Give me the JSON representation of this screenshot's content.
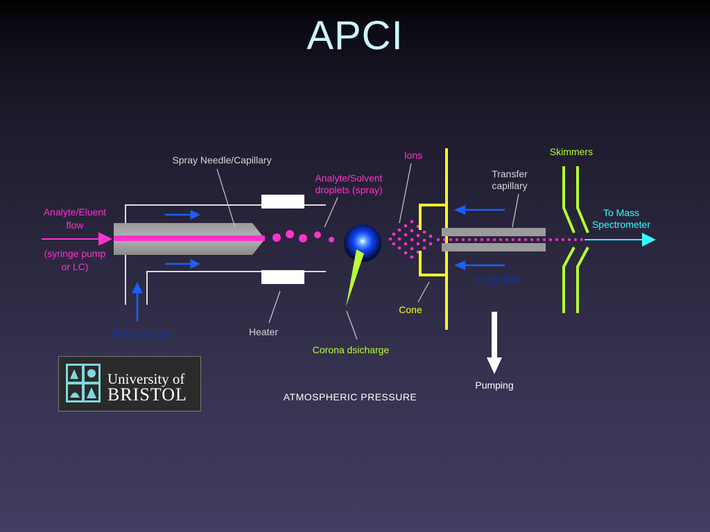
{
  "title": "APCI",
  "labels": {
    "spray_needle": "Spray Needle/Capillary",
    "analyte_flow_1": "Analyte/Eluent",
    "analyte_flow_2": "flow",
    "syringe_1": "(syringe pump",
    "syringe_2": "or LC)",
    "nebulizer_gas": "Nebulizer gas",
    "heater": "Heater",
    "droplets_1": "Analyte/Solvent",
    "droplets_2": "droplets (spray)",
    "ions": "Ions",
    "corona": "Corona dsicharge",
    "cone": "Cone",
    "transfer_1": "Transfer",
    "transfer_2": "capillary",
    "n2_flow_main": "N",
    "n2_flow_sub": "2",
    "n2_flow_rest": "(g) flow",
    "pumping": "Pumping",
    "skimmers": "Skimmers",
    "to_mass_1": "To Mass",
    "to_mass_2": "Spectrometer",
    "atmospheric": "ATMOSPHERIC PRESSURE"
  },
  "logo": {
    "line1": "University of",
    "line2": "BRISTOL"
  },
  "colors": {
    "ion_pink": "#ff33cc",
    "cone_yellow": "#ffff22",
    "skimmer_green": "#b8ff33",
    "arrow_blue": "#1a5fff",
    "exit_cyan": "#33ffff",
    "title_cyan": "#ccf6ff"
  }
}
